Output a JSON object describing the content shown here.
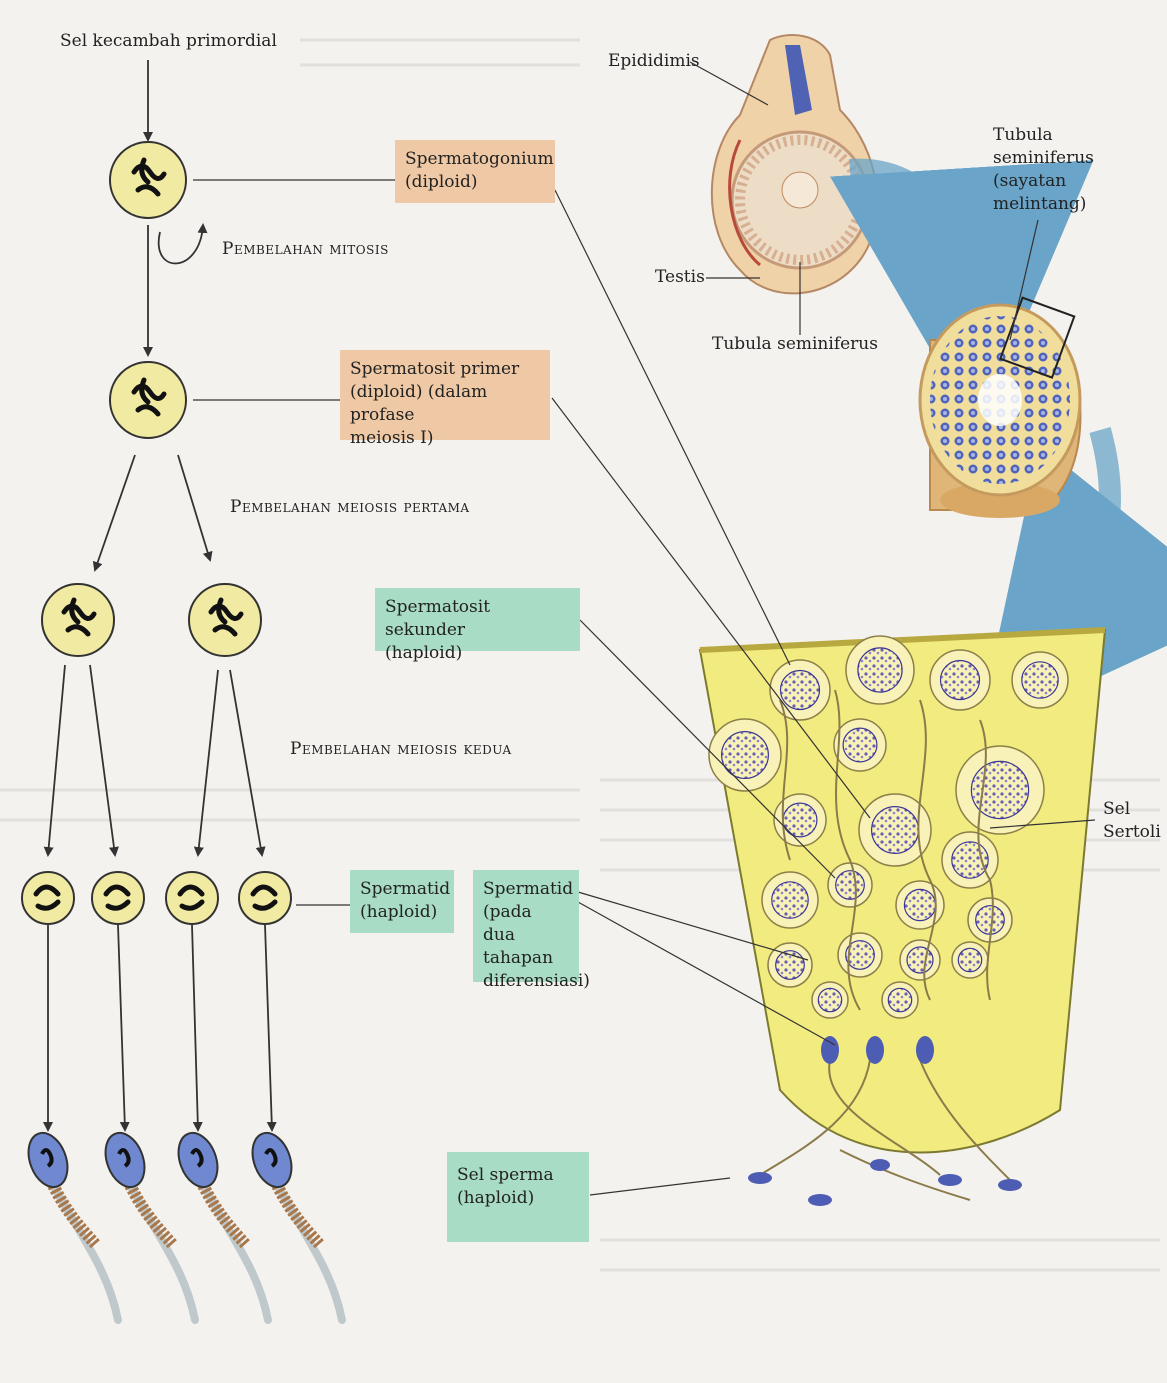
{
  "labels": {
    "primordial": "Sel kecambah primordial",
    "mitosis": "Pembelahan mitosis",
    "meiosis1": "Pembelahan meiosis pertama",
    "meiosis2": "Pembelahan meiosis kedua",
    "epididimis": "Epididimis",
    "tubula_cross": "Tubula\nseminiferus\n(sayatan\nmelintang)",
    "testis": "Testis",
    "tubula": "Tubula seminiferus",
    "sertoli": "Sel\nSertoli"
  },
  "boxes": {
    "spermatogonium": "Spermatogonium\n(diploid)",
    "primer": "Spermatosit primer\n(diploid) (dalam profase\nmeiosis I)",
    "sekunder": "Spermatosit sekunder\n(haploid)",
    "spermatid": "Spermatid\n(haploid)",
    "spermatid_diff": "Spermatid\n(pada dua\ntahapan\ndiferensiasi)",
    "sperma": "Sel sperma\n(haploid)"
  },
  "colors": {
    "orange_box": "#efc9a5",
    "green_box": "#a8dcc4",
    "cell_fill": "#f1eaa2",
    "tubule_fill": "#f2ec80",
    "arrow_blue": "#6aa4c8",
    "sperm_head": "#6f88cf"
  }
}
